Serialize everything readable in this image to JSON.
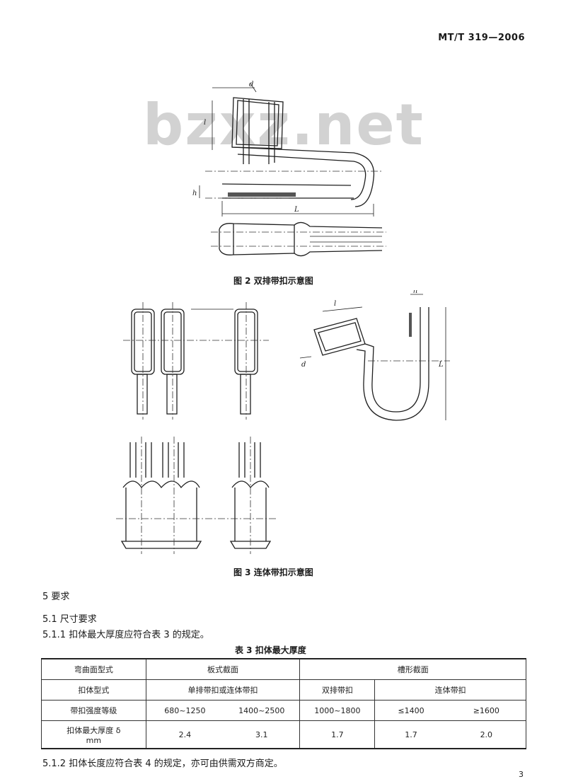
{
  "header": {
    "standard_code": "MT/T 319—2006"
  },
  "watermark": "bzxz.net",
  "figure2": {
    "caption": "图 2   双排带扣示意图",
    "labels": {
      "d": "d",
      "l": "l",
      "h": "h",
      "L": "L"
    }
  },
  "figure3": {
    "caption": "图 3   连体带扣示意图",
    "labels": {
      "h": "h",
      "l": "l",
      "d": "d",
      "L": "L"
    }
  },
  "section5": {
    "heading": "5   要求",
    "s51": "5.1   尺寸要求",
    "s511": "5.1.1   扣体最大厚度应符合表 3 的规定。",
    "s512": "5.1.2   扣体长度应符合表 4 的规定，亦可由供需双方商定。"
  },
  "table3": {
    "title": "表 3   扣体最大厚度",
    "row1": {
      "label": "弯曲面型式",
      "flat": "板式截面",
      "shaped": "槽形截面"
    },
    "row2": {
      "label": "扣体型式",
      "single": "单排带扣或连体带扣",
      "double": "双排带扣",
      "joint": "连体带扣"
    },
    "row3": {
      "label": "带扣强度等级",
      "c1": "680~1250",
      "c2": "1400~2500",
      "c3": "1000~1800",
      "c4": "≤1400",
      "c5": "≥1600"
    },
    "row4": {
      "label_line1": "扣体最大厚度 δ",
      "label_line2": "mm",
      "c1": "2.4",
      "c2": "3.1",
      "c3": "1.7",
      "c4": "1.7",
      "c5": "2.0"
    }
  },
  "page_number": "3"
}
